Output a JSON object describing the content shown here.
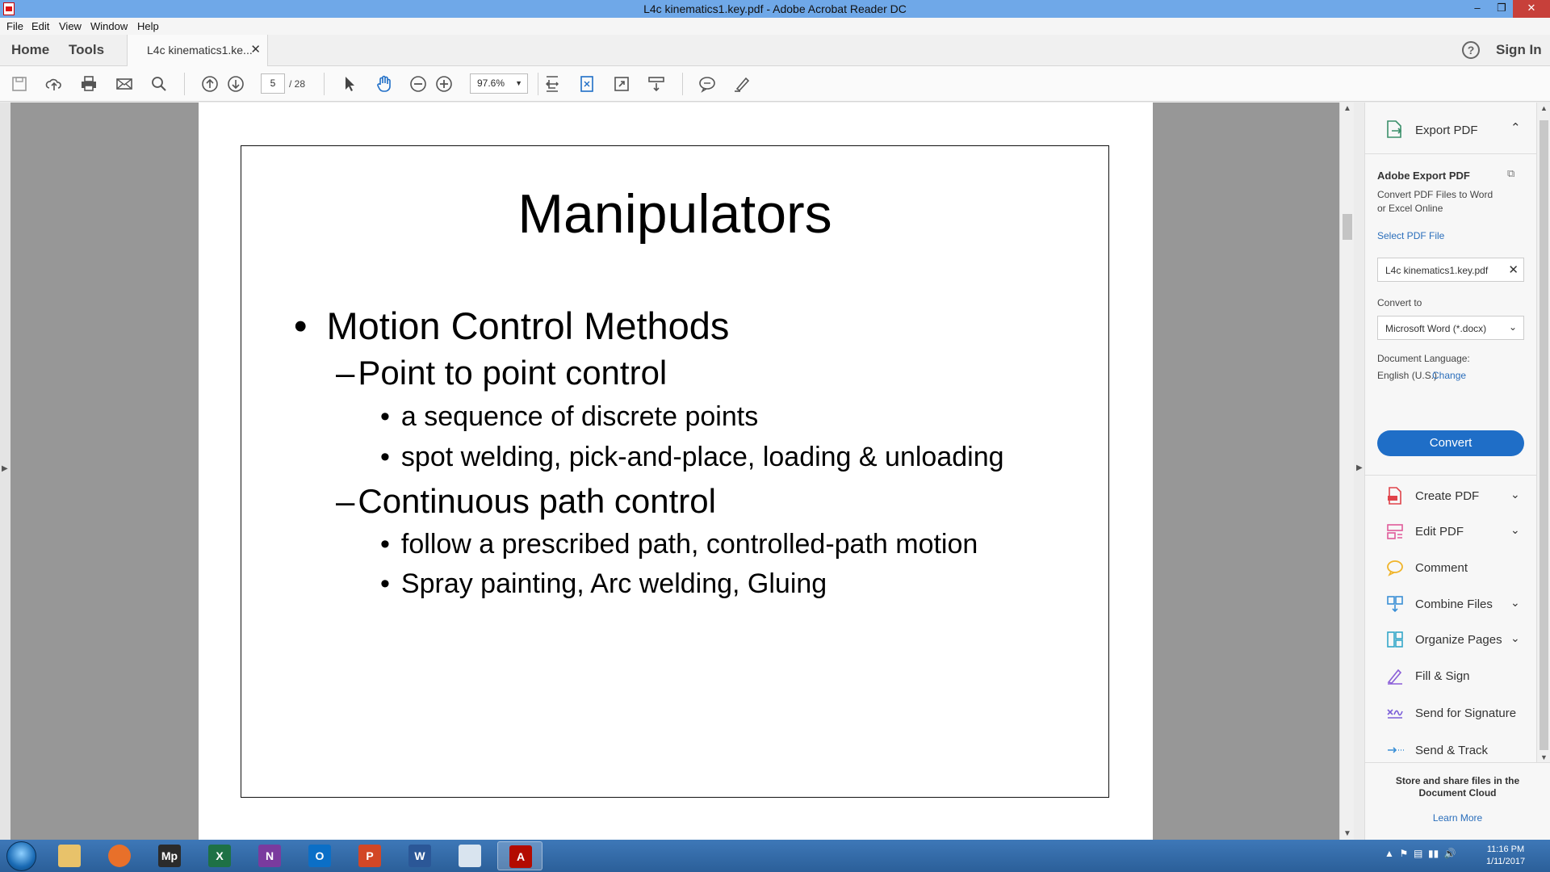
{
  "window": {
    "title": "L4c kinematics1.key.pdf - Adobe Acrobat Reader DC"
  },
  "menu": [
    "File",
    "Edit",
    "View",
    "Window",
    "Help"
  ],
  "tabs": {
    "home": "Home",
    "tools": "Tools",
    "document": "L4c kinematics1.ke...",
    "sign_in": "Sign In"
  },
  "toolbar": {
    "page_current": "5",
    "page_total": "/ 28",
    "zoom": "97.6%"
  },
  "slide": {
    "title": "Manipulators",
    "lines": [
      {
        "bullet": "•",
        "text": "Motion Control Methods"
      },
      {
        "bullet": "–",
        "text": "Point to point control"
      },
      {
        "bullet": "•",
        "text": "a sequence of discrete points"
      },
      {
        "bullet": "•",
        "text": "spot welding, pick-and-place, loading & unloading"
      },
      {
        "bullet": "–",
        "text": "Continuous path control"
      },
      {
        "bullet": "•",
        "text": "follow a prescribed path, controlled-path motion"
      },
      {
        "bullet": "•",
        "text": "Spray painting, Arc welding, Gluing"
      }
    ]
  },
  "right_pane": {
    "export_header": "Export PDF",
    "heading": "Adobe Export PDF",
    "description": [
      "Convert PDF Files to Word",
      "or Excel Online"
    ],
    "select_file_link": "Select PDF File",
    "file_name": "L4c kinematics1.key.pdf",
    "convert_to_label": "Convert to",
    "convert_to_value": "Microsoft Word (*.docx)",
    "doc_language_label": "Document Language:",
    "doc_language_value": "English (U.S.)",
    "change_link": "Change",
    "convert_button": "Convert",
    "tools": [
      {
        "label": "Create PDF",
        "icon": "create-pdf-icon",
        "expandable": true,
        "color": "#e0434a"
      },
      {
        "label": "Edit PDF",
        "icon": "edit-pdf-icon",
        "expandable": true,
        "color": "#e05a9a"
      },
      {
        "label": "Comment",
        "icon": "comment-icon",
        "expandable": false,
        "color": "#f0b429"
      },
      {
        "label": "Combine Files",
        "icon": "combine-files-icon",
        "expandable": true,
        "color": "#3a8fd6"
      },
      {
        "label": "Organize Pages",
        "icon": "organize-pages-icon",
        "expandable": true,
        "color": "#34a7c9"
      },
      {
        "label": "Fill & Sign",
        "icon": "fill-sign-icon",
        "expandable": false,
        "color": "#8b5fd8"
      },
      {
        "label": "Send for Signature",
        "icon": "send-signature-icon",
        "expandable": false,
        "color": "#7b5fd8"
      },
      {
        "label": "Send & Track",
        "icon": "send-track-icon",
        "expandable": false,
        "color": "#3a8fd6"
      }
    ],
    "cloud_text": "Store and share files in the\nDocument Cloud",
    "learn_more": "Learn More"
  },
  "taskbar": {
    "apps": [
      {
        "name": "file-explorer",
        "glyph": "",
        "color": "#e8c26a"
      },
      {
        "name": "firefox",
        "glyph": "",
        "color": "#e8702a"
      },
      {
        "name": "maple",
        "glyph": "Mp",
        "color": "#2b2b2b"
      },
      {
        "name": "excel",
        "glyph": "X",
        "color": "#1e7145"
      },
      {
        "name": "onenote",
        "glyph": "N",
        "color": "#7a3b9e"
      },
      {
        "name": "outlook",
        "glyph": "O",
        "color": "#0b6fc7"
      },
      {
        "name": "powerpoint",
        "glyph": "P",
        "color": "#d24726"
      },
      {
        "name": "word",
        "glyph": "W",
        "color": "#2b5797"
      },
      {
        "name": "snipping-tool",
        "glyph": "",
        "color": "#d9e4ef"
      },
      {
        "name": "acrobat",
        "glyph": "A",
        "color": "#b30b00"
      }
    ],
    "time": "11:16 PM",
    "date": "1/11/2017"
  }
}
